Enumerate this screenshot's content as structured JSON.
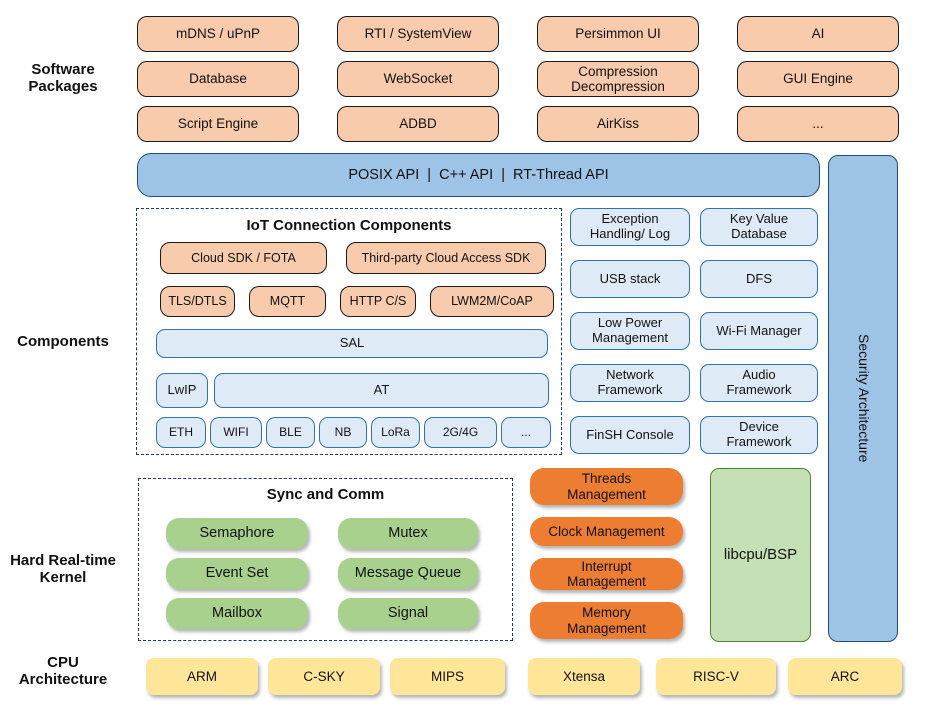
{
  "colors": {
    "peach": "#F8CBAD",
    "blue_bar": "#9DC3E6",
    "blue_border": "#1F4E79",
    "light_blue": "#DEEBF7",
    "light_blue_border": "#2E74B5",
    "green_pill": "#A9D18E",
    "light_green": "#C5E0B4",
    "green_border": "#538135",
    "orange_pill": "#ED7D31",
    "yellow": "#FFE699",
    "dash_border": "#1F3864"
  },
  "labels": {
    "software": [
      "Software",
      "Packages"
    ],
    "components": [
      "Components"
    ],
    "kernel": [
      "Hard Real-time",
      "Kernel"
    ],
    "cpu": [
      "CPU",
      "Architecture"
    ]
  },
  "software_packages": {
    "rows": [
      [
        "mDNS / uPnP",
        "RTI / SystemView",
        "Persimmon UI",
        "AI"
      ],
      [
        "Database",
        "WebSocket",
        "Compression Decompression",
        "GUI Engine"
      ],
      [
        "Script Engine",
        "ADBD",
        "AirKiss",
        "..."
      ]
    ]
  },
  "api_bar": {
    "label": "POSIX API  |  C++ API  |  RT-Thread API"
  },
  "security_bar": {
    "label": "Security Architecture"
  },
  "iot": {
    "title": "IoT Connection Components",
    "sdk": [
      "Cloud SDK / FOTA",
      "Third-party Cloud Access SDK"
    ],
    "protocols": [
      "TLS/DTLS",
      "MQTT",
      "HTTP C/S",
      "LWM2M/CoAP"
    ],
    "sal": "SAL",
    "lwip": "LwIP",
    "at": "AT",
    "net": [
      "ETH",
      "WIFI",
      "BLE",
      "NB",
      "LoRa",
      "2G/4G",
      "..."
    ]
  },
  "components_grid": [
    [
      "Exception Handling/ Log",
      "Key Value Database"
    ],
    [
      "USB stack",
      "DFS"
    ],
    [
      "Low Power Management",
      "Wi-Fi Manager"
    ],
    [
      "Network Framework",
      "Audio Framework"
    ],
    [
      "FinSH Console",
      "Device Framework"
    ]
  ],
  "kernel": {
    "sync_title": "Sync and Comm",
    "sync_rows": [
      [
        "Semaphore",
        "Mutex"
      ],
      [
        "Event Set",
        "Message Queue"
      ],
      [
        "Mailbox",
        "Signal"
      ]
    ],
    "mgmt": [
      "Threads Management",
      "Clock Management",
      "Interrupt Management",
      "Memory Management"
    ],
    "libcpu": "libcpu/BSP"
  },
  "cpu_row": [
    "ARM",
    "C-SKY",
    "MIPS",
    "Xtensa",
    "RISC-V",
    "ARC"
  ]
}
